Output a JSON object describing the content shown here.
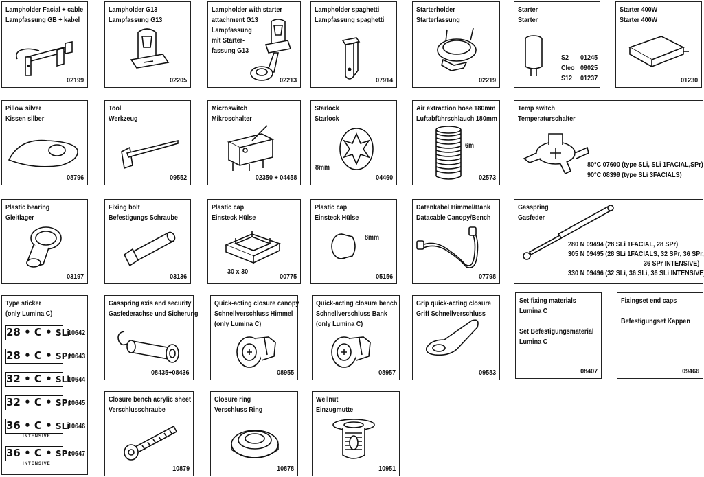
{
  "cells": [
    {
      "t1": "Lampholder Facial + cable",
      "t2": "Lampfassung GB + kabel",
      "code": "02199"
    },
    {
      "t1": "Lampholder G13",
      "t2": "Lampfassung G13",
      "code": "02205"
    },
    {
      "t1": "Lampholder with starter",
      "t2": "attachment G13",
      "t3": "Lampfassung",
      "t4": "mit Starter-",
      "t5": "fassung G13",
      "code": "02213"
    },
    {
      "t1": "Lampholder spaghetti",
      "t2": "Lampfassung spaghetti",
      "code": "07914"
    },
    {
      "t1": "Starterholder",
      "t2": "Starterfassung",
      "code": "02219"
    },
    {
      "t1": "Starter",
      "t2": "Starter",
      "code": "",
      "variants": [
        {
          "label": "S2",
          "code": "01245"
        },
        {
          "label": "Cleo",
          "code": "09025"
        },
        {
          "label": "S12",
          "code": "01237"
        }
      ]
    },
    {
      "t1": "Starter 400W",
      "t2": "Starter 400W",
      "code": "01230"
    },
    {
      "t1": "Pillow silver",
      "t2": "Kissen silber",
      "code": "08796"
    },
    {
      "t1": "Tool",
      "t2": "Werkzeug",
      "code": "09552"
    },
    {
      "t1": "Microswitch",
      "t2": "Mikroschalter",
      "code": "02350 + 04458"
    },
    {
      "t1": "Starlock",
      "t2": "Starlock",
      "note": "8mm",
      "code": "04460"
    },
    {
      "t1": "Air extraction hose 180mm",
      "t2": "Luftabführschlauch 180mm",
      "note": "6m",
      "code": "02573"
    },
    {
      "t1": "Temp switch",
      "t2": "Temperaturschalter",
      "lines": [
        "80°C  07600  (type SLi, SLi 1FACIAL,SPr)",
        "90°C  08399  (type SLi 3FACIALS)"
      ]
    },
    {
      "t1": "Plastic bearing",
      "t2": "Gleitlager",
      "code": "03197"
    },
    {
      "t1": "Fixing bolt",
      "t2": "Befestigungs Schraube",
      "code": "03136"
    },
    {
      "t1": "Plastic cap",
      "t2": "Einsteck Hülse",
      "note": "30 x 30",
      "code": "00775"
    },
    {
      "t1": "Plastic cap",
      "t2": "Einsteck Hülse",
      "note": "8mm",
      "code": "05156"
    },
    {
      "t1": "Datenkabel Himmel/Bank",
      "t2": "Datacable Canopy/Bench",
      "code": "07798"
    },
    {
      "t1": "Gasspring",
      "t2": "Gasfeder",
      "lines": [
        "280 N  09494  (28 SLi 1FACIAL, 28 SPr)",
        "305 N  09495  (28 SLi 1FACIALS, 32 SPr, 36 SPr,",
        "36 SPr INTENSIVE)",
        "330 N  09496  (32 SLi, 36 SLi, 36 SLi INTENSIVE)"
      ]
    },
    {
      "t1": "Gasspring axis and security",
      "t2": "Gasfederachse und Sicherung",
      "code": "08435+08436"
    },
    {
      "t1": "Quick-acting closure canopy",
      "t2": "Schnellverschluss Himmel",
      "t3": "(only Lumina C)",
      "code": "08955"
    },
    {
      "t1": "Quick-acting closure bench",
      "t2": "Schnellverschluss Bank",
      "t3": "(only Lumina C)",
      "code": "08957"
    },
    {
      "t1": "Grip quick-acting closure",
      "t2": "Griff Schnellverschluss",
      "code": "09583"
    },
    {
      "t1": "Set fixing materials",
      "t2": "Lumina C",
      "t3": "Set Befestigungsmaterial",
      "t4": "Lumina C",
      "code": "08407"
    },
    {
      "t1": "Fixingset end caps",
      "t2": "Befestigungset Kappen",
      "code": "09466"
    },
    {
      "t1": "Closure bench acrylic sheet",
      "t2": "Verschlusschraube",
      "code": "10879"
    },
    {
      "t1": "Closure ring",
      "t2": "Verschluss Ring",
      "code": "10878"
    },
    {
      "t1": "Wellnut",
      "t2": "Einzugmutte",
      "code": "10951"
    }
  ],
  "stickers": {
    "t1": "Type sticker",
    "t2": "(only Lumina C)",
    "items": [
      {
        "num": "28",
        "type": "SLi",
        "sub": "",
        "code": "10642"
      },
      {
        "num": "28",
        "type": "SPr",
        "sub": "",
        "code": "10643"
      },
      {
        "num": "32",
        "type": "SLi",
        "sub": "",
        "code": "10644"
      },
      {
        "num": "32",
        "type": "SPr",
        "sub": "",
        "code": "10645"
      },
      {
        "num": "36",
        "type": "SLi",
        "sub": "INTENSIVE",
        "code": "10646"
      },
      {
        "num": "36",
        "type": "SPr",
        "sub": "INTENSIVE",
        "code": "10647"
      }
    ]
  }
}
